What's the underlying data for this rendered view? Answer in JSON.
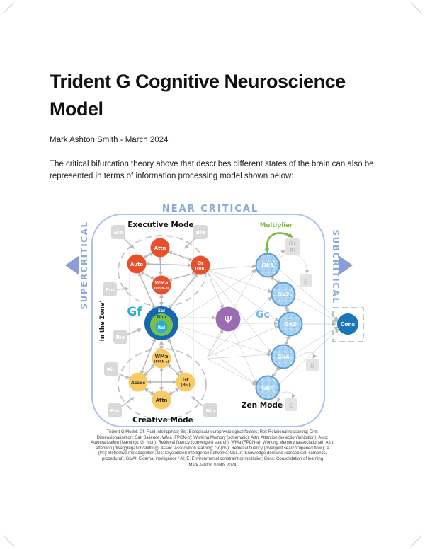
{
  "page": {
    "title": "Trident G Cognitive Neuroscience Model",
    "byline": "Mark Ashton Smith  - March 2024",
    "intro": "The critical bifurcation theory above that describes different states of the brain can also be represented in terms of information processing model shown below:"
  },
  "diagram": {
    "header": "NEAR CRITICAL",
    "left_label": "SUPERCRITICAL",
    "right_label": "SUBCRITICAL",
    "zone_label": "'In the Zone'",
    "multiplier_label": "Multiplier",
    "modes": {
      "executive": "Executive Mode",
      "creative": "Creative Mode",
      "zen": "Zen Mode"
    },
    "labels": {
      "gf": "Gf",
      "gc": "Gc",
      "psi": "Ψ",
      "cons": "Cons"
    },
    "core": {
      "sal": "Sal",
      "dim": "Dim",
      "rel": "Rel"
    },
    "executive_nodes": [
      {
        "id": "attn",
        "label": "Attn"
      },
      {
        "id": "auto",
        "label": "Auto"
      },
      {
        "id": "gr-con",
        "label": "Gr",
        "sub": "(con)"
      },
      {
        "id": "wma-b",
        "label": "WMa",
        "sub": "(FPCN-b)"
      }
    ],
    "creative_nodes": [
      {
        "id": "wma-a",
        "label": "WMa",
        "sub": "(FPCN-a)"
      },
      {
        "id": "assoc",
        "label": "Assoc"
      },
      {
        "id": "gr-div",
        "label": "Gr",
        "sub": "(div)"
      },
      {
        "id": "attn2",
        "label": "Attn"
      }
    ],
    "knowledge_nodes": [
      "Gk1",
      "Gk2",
      "Gk3",
      "Gk4",
      "Gkn"
    ],
    "bio_label": "Bio",
    "e_label": "E",
    "gx": {
      "line1": "Gx",
      "line2": "AI"
    },
    "colors": {
      "frame_blue": "#aac3ea",
      "label_blue": "#8aa9dc",
      "arrow_blue": "#8b9fd6",
      "executive_orange": "#e8502b",
      "creative_yellow": "#f7ca63",
      "core_outer_blue": "#1467b3",
      "core_green": "#7ac143",
      "core_inner_blue": "#29abe2",
      "gc_label_blue": "#7fb3e3",
      "knowledge_blue": "#a9d3f0",
      "knowledge_border": "#5b9bd5",
      "psi_purple": "#9b6bb3",
      "cons_blue": "#1b75bb",
      "multiplier_green": "#7db843",
      "bio_gray": "#d9d9d9",
      "connector_gray": "#c9c9c9"
    }
  },
  "caption": {
    "text": "Trident G Model: Gf: Fluid intelligence; Bio: Biological/neurophysiological factors; Rel: Relational reasoning; Dim: Dimensionalisation; Sal: Salience; WMa (FPCN-b): Working Memory (schematic); Attn: Attention (selection/inhibition); Auto: Automatisation (learning); Gr (con): Retrieval fluency (convergent search); WMa (FPCN-a): Working Memory (associational); Attn: Attention (disaggregation/shifting); Assoc: Association learning; Gr (div): Retrieval fluency (divergent search/'opened flow'); Ψ (Ps): Reflective metacognition; Gc: Crystallized intelligence networks; Gk1..n: Knowledge domains (conceptual, semantic, procedural); Gx/AI: External intelligence / AI; E: Environmental constraint or multiplier; Cons: Consolidation of learning",
    "attribution": "(Mark Ashton Smith, 2024)"
  }
}
